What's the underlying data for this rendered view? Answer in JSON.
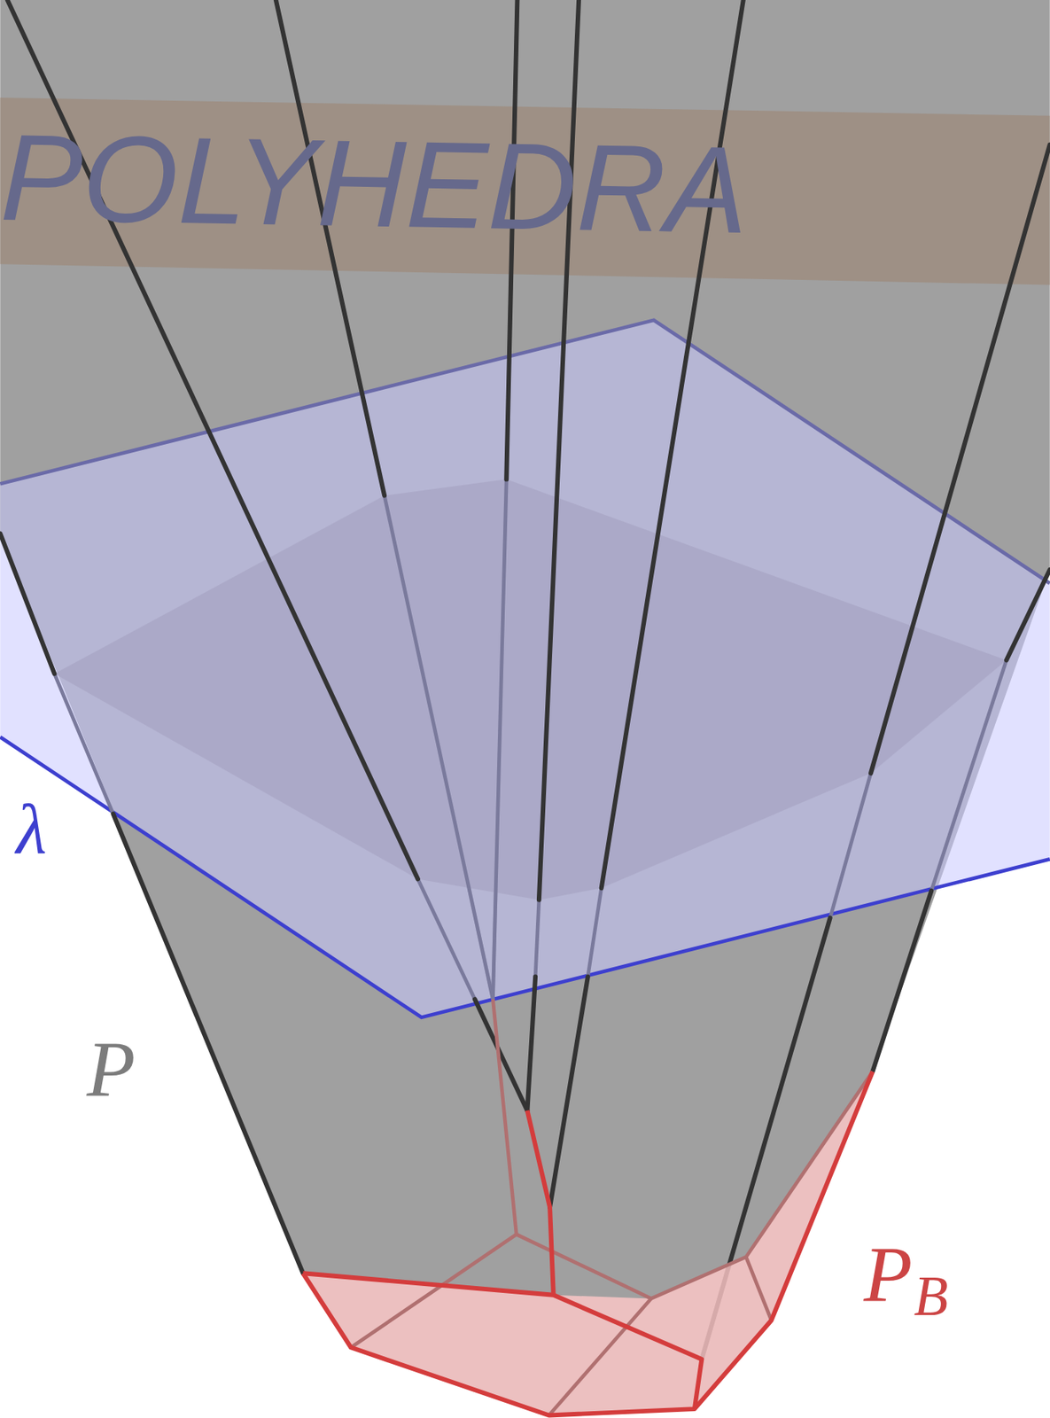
{
  "diagram": {
    "labels": [
      "POLYHEDRA",
      "λ",
      "P",
      "P",
      "B"
    ]
  }
}
